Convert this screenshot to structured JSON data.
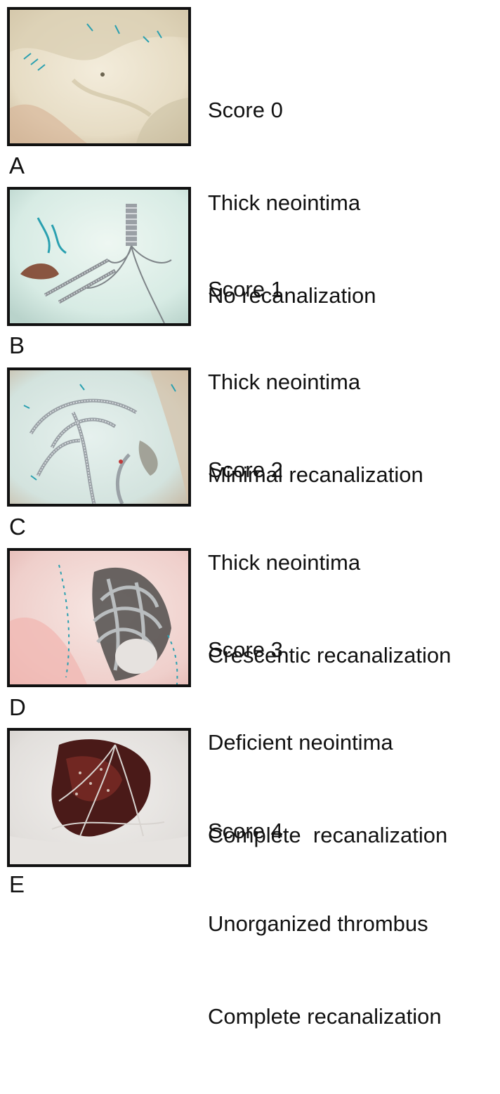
{
  "panels": [
    {
      "letter": "A",
      "score": "Score 0",
      "line1": "Thick neointima",
      "line2": "No recanalization",
      "photo_tone": "#e8e1cf"
    },
    {
      "letter": "B",
      "score": "Score 1",
      "line1": "Thick neointima",
      "line2": "Minimal recanalization",
      "photo_tone": "#d9ede6"
    },
    {
      "letter": "C",
      "score": "Score 2",
      "line1": "Thick neointima",
      "line2": "Crescentic recanalization",
      "photo_tone": "#dbe8e3"
    },
    {
      "letter": "D",
      "score": "Score 3",
      "line1": "Deficient neointima",
      "line2": "Complete  recanalization",
      "photo_tone": "#f2dcd8"
    },
    {
      "letter": "E",
      "score": "Score 4",
      "line1": "Unorganized thrombus",
      "line2": "Complete recanalization",
      "photo_tone": "#e7e4e2"
    }
  ]
}
